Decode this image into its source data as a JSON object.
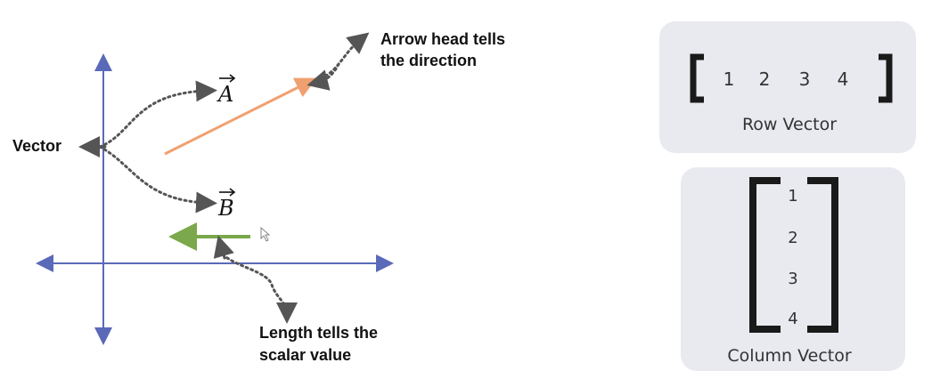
{
  "labels": {
    "vector": "Vector",
    "arrow_head_line1": "Arrow head tells",
    "arrow_head_line2": "the direction",
    "length_line1": "Length tells the",
    "length_line2": "scalar value",
    "vec_a": "A",
    "vec_b": "B"
  },
  "row_vector": {
    "values": [
      "1",
      "2",
      "3",
      "4"
    ],
    "caption": "Row Vector"
  },
  "column_vector": {
    "values": [
      "1",
      "2",
      "3",
      "4"
    ],
    "caption": "Column Vector"
  },
  "colors": {
    "axis": "#5a6ab8",
    "vector_a": "#f0a070",
    "vector_b": "#7aa84a",
    "dotted": "#555555",
    "card_bg": "#e8eaf0",
    "bracket": "#1a1a1a"
  }
}
